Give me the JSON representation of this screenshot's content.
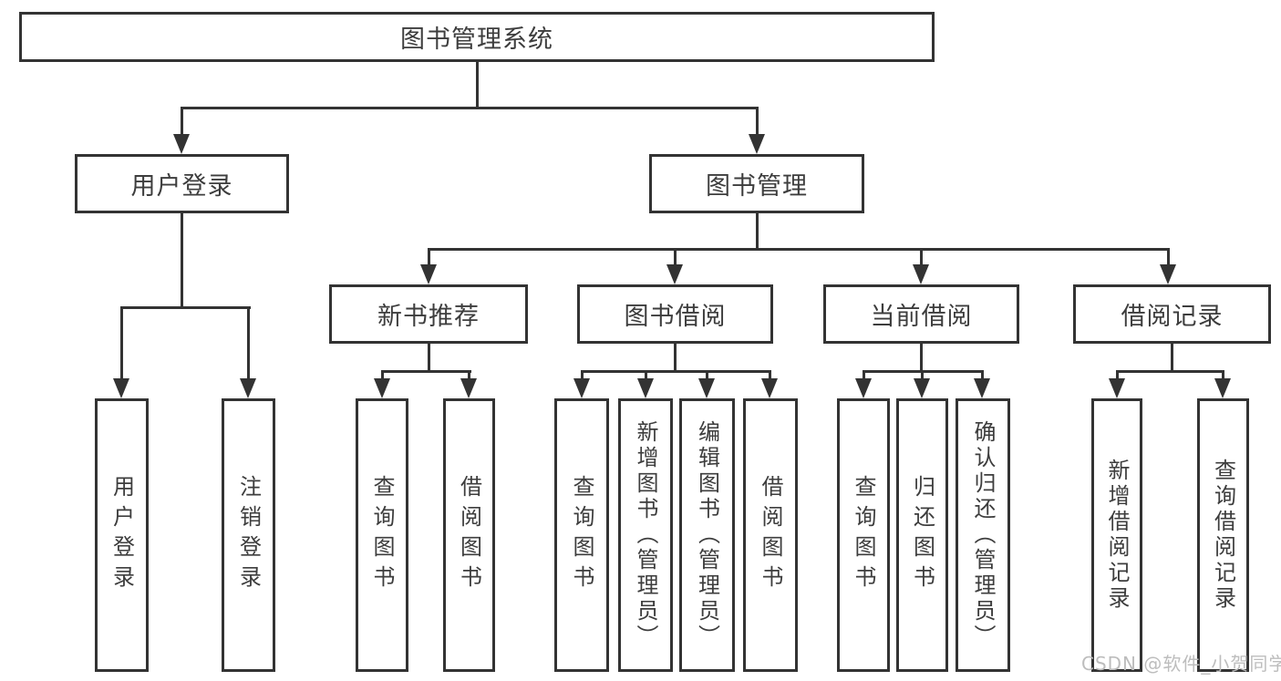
{
  "diagram": {
    "root": {
      "label": "图书管理系统"
    },
    "branches": [
      {
        "label": "用户登录",
        "children": [
          {
            "label": "用户登录"
          },
          {
            "label": "注销登录"
          }
        ]
      },
      {
        "label": "图书管理",
        "children": [
          {
            "label": "新书推荐",
            "children": [
              {
                "label": "查询图书"
              },
              {
                "label": "借阅图书"
              }
            ]
          },
          {
            "label": "图书借阅",
            "children": [
              {
                "label": "查询图书"
              },
              {
                "label": "新增图书（管理员）"
              },
              {
                "label": "编辑图书（管理员）"
              },
              {
                "label": "借阅图书"
              }
            ]
          },
          {
            "label": "当前借阅",
            "children": [
              {
                "label": "查询图书"
              },
              {
                "label": "归还图书"
              },
              {
                "label": "确认归还（管理员）"
              }
            ]
          },
          {
            "label": "借阅记录",
            "children": [
              {
                "label": "新增借阅记录"
              },
              {
                "label": "查询借阅记录"
              }
            ]
          }
        ]
      }
    ]
  },
  "watermark": {
    "text": "CSDN @软件_小贺同学"
  },
  "colors": {
    "line": "#333333",
    "text": "#3d3d3d",
    "watermark": "#bdbdbd",
    "background": "#ffffff"
  }
}
